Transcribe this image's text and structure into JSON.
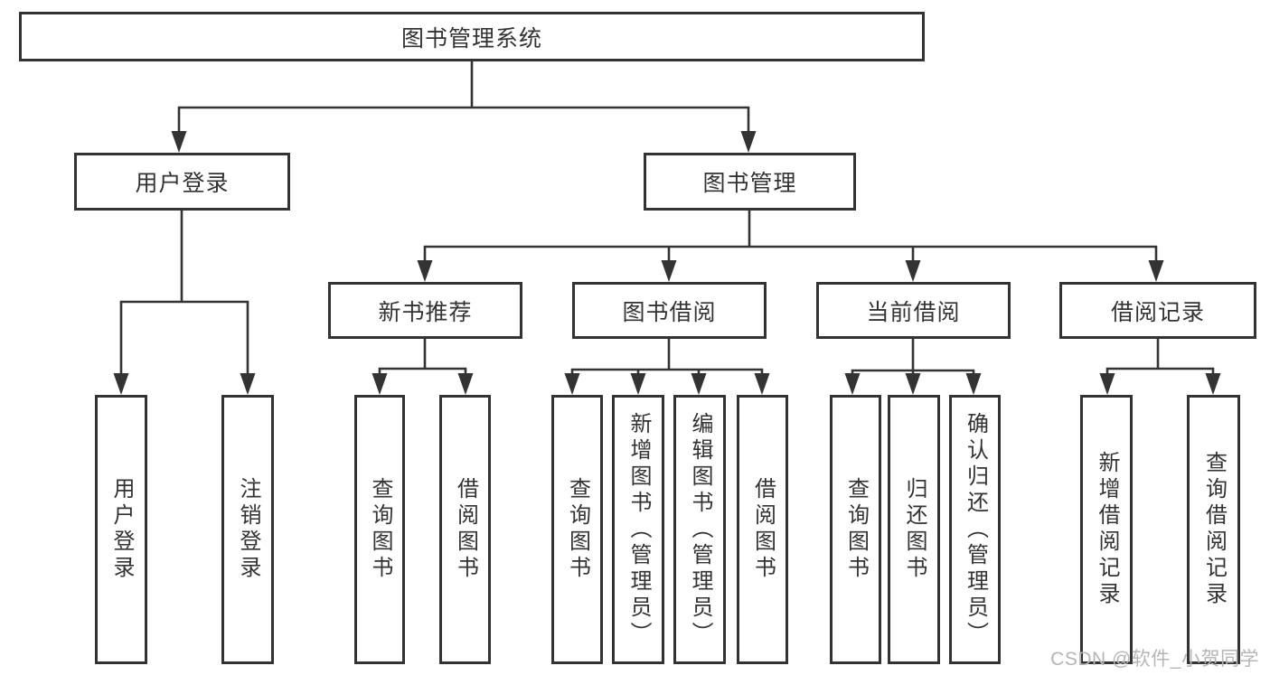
{
  "diagram": {
    "title": "图书管理系统",
    "level2": [
      "用户登录",
      "图书管理"
    ],
    "level3": [
      "新书推荐",
      "图书借阅",
      "当前借阅",
      "借阅记录"
    ],
    "leaves": {
      "user_login": [
        "用户登录",
        "注销登录"
      ],
      "new_book_recommend": [
        "查询图书",
        "借阅图书"
      ],
      "book_borrow": [
        "查询图书",
        "新增图书（管理员）",
        "编辑图书（管理员）",
        "借阅图书"
      ],
      "current_borrow": [
        "查询图书",
        "归还图书",
        "确认归还（管理员）"
      ],
      "borrow_records": [
        "新增借阅记录",
        "查询借阅记录"
      ]
    }
  },
  "watermark": "CSDN @软件_小贺同学",
  "colors": {
    "line": "#333333",
    "text": "#333333",
    "watermark": "#b5b5b5",
    "background": "#ffffff"
  }
}
